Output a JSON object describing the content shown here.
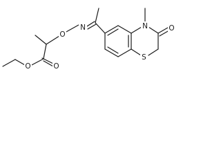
{
  "atom_labels": {
    "ester_ether_o": "O",
    "ester_carbonyl_o": "O",
    "oxime_o": "O",
    "oxime_n": "N",
    "ring_n": "N",
    "ring_carbonyl_o": "O",
    "ring_s": "S"
  },
  "colors": {
    "ink": "#1a1a1a",
    "background": "#ffffff"
  }
}
